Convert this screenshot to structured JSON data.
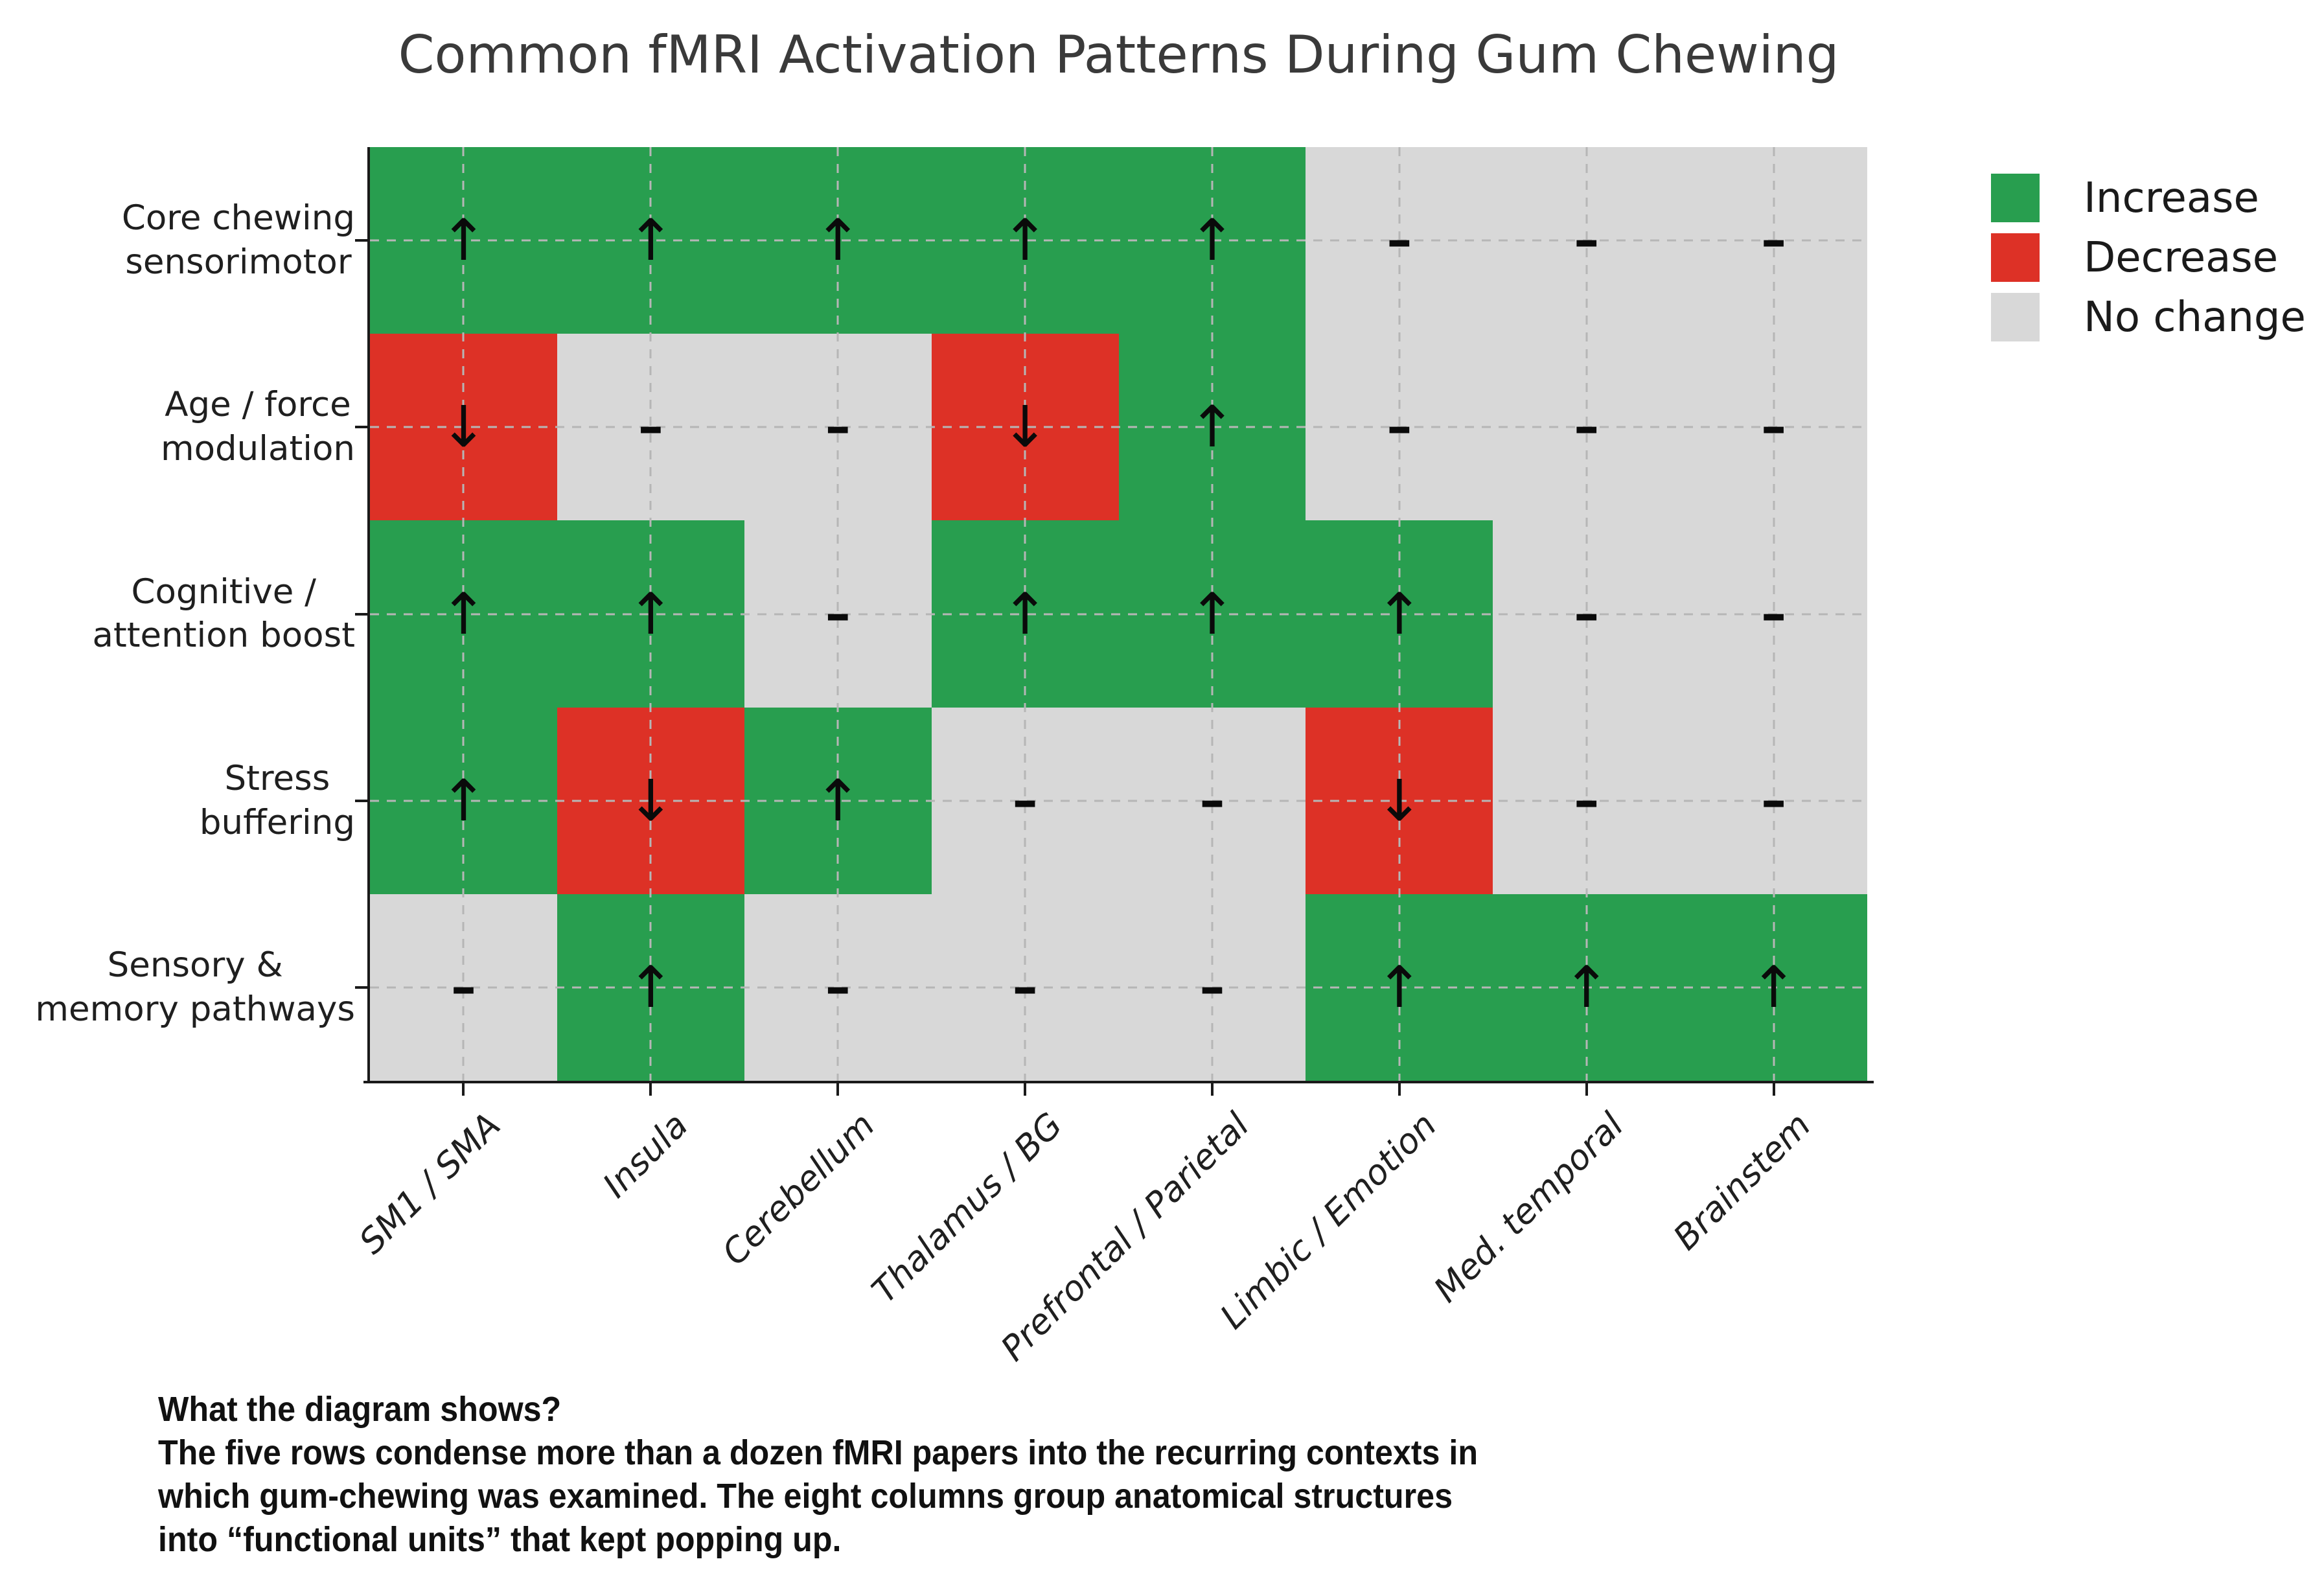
{
  "title": "Common fMRI Activation Patterns During Gum Chewing",
  "legend": {
    "items": [
      {
        "label": "Increase",
        "color": "#289e4f"
      },
      {
        "label": "Decrease",
        "color": "#dd3126"
      },
      {
        "label": "No change",
        "color": "#d8d8d8"
      }
    ]
  },
  "symbols": {
    "increase": "↑",
    "decrease": "↓",
    "no_change": "–"
  },
  "chart_data": {
    "type": "heatmap",
    "title": "Common fMRI Activation Patterns During Gum Chewing",
    "rows": [
      {
        "label": "Core chewing sensorimotor",
        "line1": "Core chewing",
        "line2": "sensorimotor"
      },
      {
        "label": "Age / force modulation",
        "line1": "Age / force",
        "line2": "modulation"
      },
      {
        "label": "Cognitive / attention boost",
        "line1": "Cognitive /",
        "line2": "attention boost"
      },
      {
        "label": "Stress buffering",
        "line1": "Stress",
        "line2": "buffering"
      },
      {
        "label": "Sensory & memory pathways",
        "line1": "Sensory &",
        "line2": "memory pathways"
      }
    ],
    "columns": [
      "SM1 / SMA",
      "Insula",
      "Cerebellum",
      "Thalamus / BG",
      "Prefrontal / Parietal",
      "Limbic / Emotion",
      "Med. temporal",
      "Brainstem"
    ],
    "values": [
      [
        "increase",
        "increase",
        "increase",
        "increase",
        "increase",
        "no_change",
        "no_change",
        "no_change"
      ],
      [
        "decrease",
        "no_change",
        "no_change",
        "decrease",
        "increase",
        "no_change",
        "no_change",
        "no_change"
      ],
      [
        "increase",
        "increase",
        "no_change",
        "increase",
        "increase",
        "increase",
        "no_change",
        "no_change"
      ],
      [
        "increase",
        "decrease",
        "increase",
        "no_change",
        "no_change",
        "decrease",
        "no_change",
        "no_change"
      ],
      [
        "no_change",
        "increase",
        "no_change",
        "no_change",
        "no_change",
        "increase",
        "increase",
        "increase"
      ]
    ],
    "cell_colors": {
      "increase": "#289e4f",
      "decrease": "#dd3126",
      "no_change": "#d8d8d8"
    },
    "cell_symbols": {
      "increase": "↑",
      "decrease": "↓",
      "no_change": "–"
    },
    "legend_position": "outside upper right",
    "grid": "dashed gray lines through cell centers"
  },
  "caption": {
    "lines": [
      "What the diagram shows?",
      "The five rows condense more than a dozen fMRI papers into the recurring contexts in",
      "which gum-chewing was examined. The eight columns group anatomical structures",
      "into “functional units” that kept popping up."
    ]
  }
}
